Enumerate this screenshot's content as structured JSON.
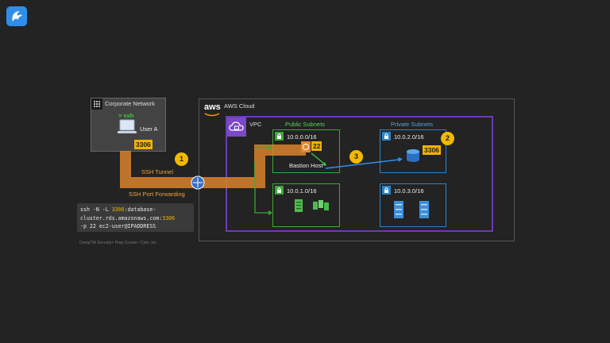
{
  "app": {
    "icon": "logo-icon"
  },
  "corporate": {
    "title": "Corporate Network",
    "ssh_label": "> ssh",
    "user": "User A",
    "port": "3306"
  },
  "aws": {
    "title": "AWS Cloud",
    "logo_text": "aws",
    "vpc_label": "VPC"
  },
  "public_subnets": {
    "title": "Public Subnets",
    "subnet1": "10.0.0.0/16",
    "subnet2": "10.0.1.0/16",
    "bastion_label": "Bastion Host",
    "bastion_port": "22"
  },
  "private_subnets": {
    "title": "Private Subnets",
    "subnet1": "10.0.2.0/16",
    "subnet2": "10.0.3.0/16",
    "db_port": "3306"
  },
  "tunnel": {
    "label": "SSH Tunnel",
    "forwarding_label": "SSH Port Forwarding"
  },
  "steps": [
    "1",
    "2",
    "3"
  ],
  "command": {
    "l1a": "ssh -N -L ",
    "l1b": "3306",
    "l1c": ":database-",
    "l2a": "cluster.rds.amazonaws.com:",
    "l2b": "3306",
    "l3": "-p 22 ec2-user@IPADDRESS"
  },
  "footer": "CompTIA Security+ Prep Course • Cybr, Inc.",
  "colors": {
    "tunnel": "#d9822b",
    "vpc": "#6b3bb8",
    "public": "#3aa83a",
    "private": "#2b84c9",
    "badge": "#f0b400"
  }
}
